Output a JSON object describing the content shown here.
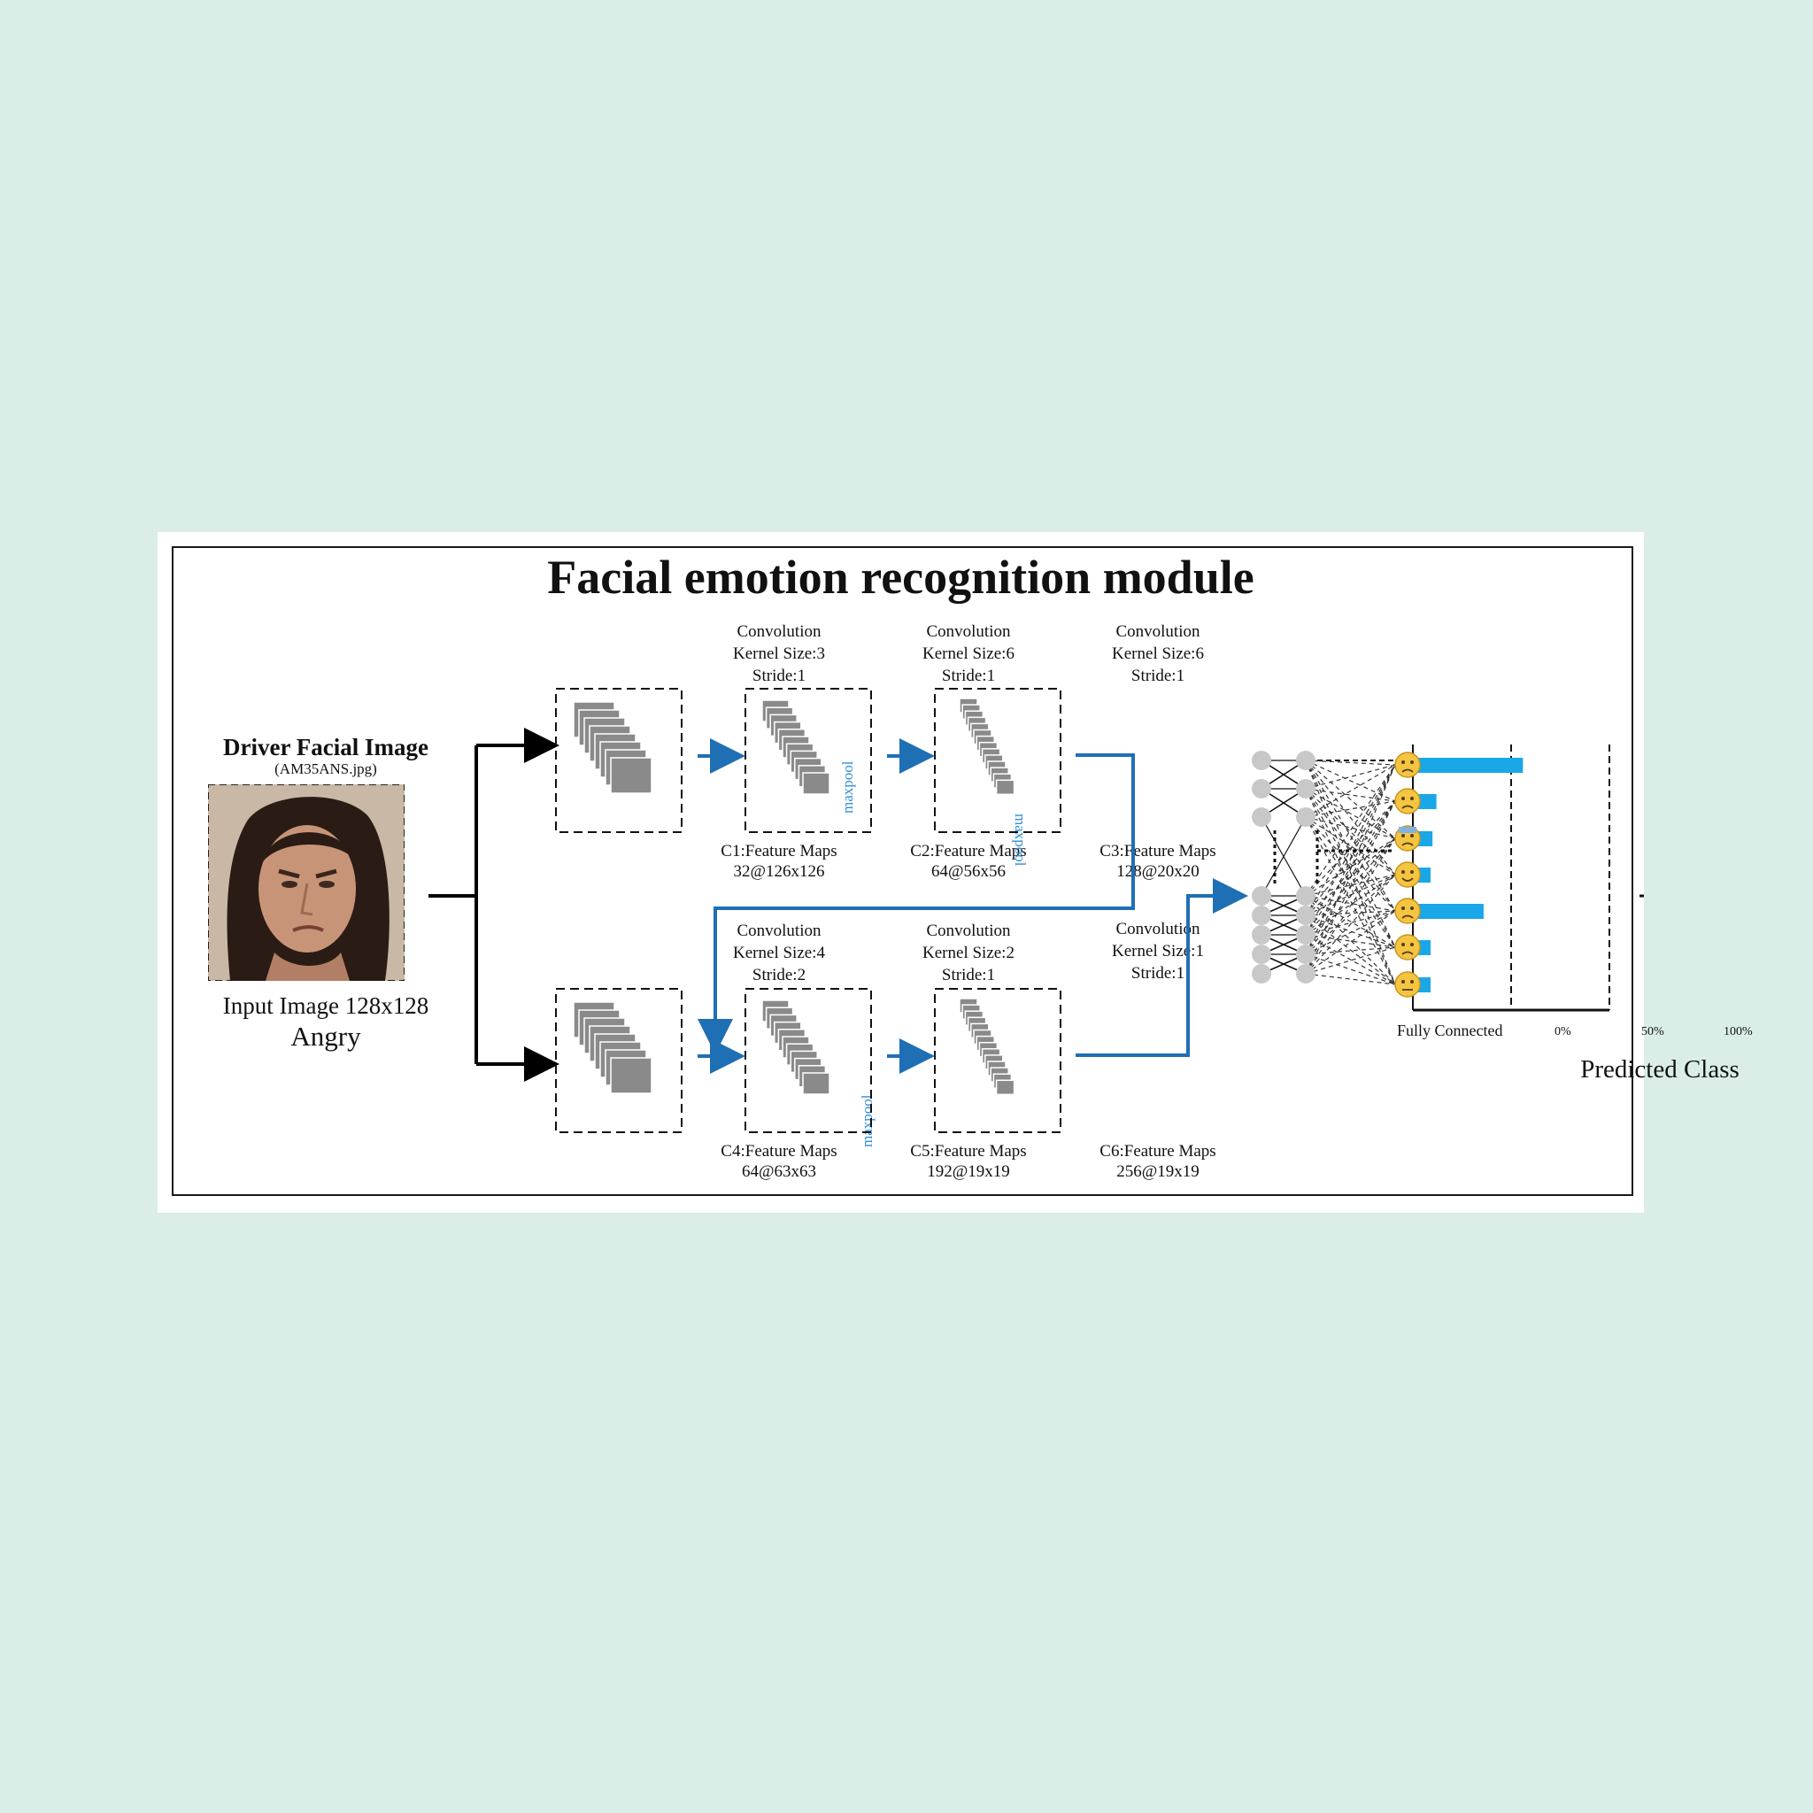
{
  "title": "Facial emotion recognition module",
  "input": {
    "title": "Driver Facial Image",
    "file": "(AM35ANS.jpg)",
    "size_label": "Input Image 128x128",
    "class_label": "Angry"
  },
  "conv_blocks": [
    {
      "op": "Convolution",
      "kernel": "Kernel Size:3",
      "stride": "Stride:1",
      "maps_label": "C1:Feature Maps",
      "maps_dims": "32@126x126"
    },
    {
      "op": "Convolution",
      "kernel": "Kernel Size:6",
      "stride": "Stride:1",
      "maps_label": "C2:Feature Maps",
      "maps_dims": "64@56x56"
    },
    {
      "op": "Convolution",
      "kernel": "Kernel Size:6",
      "stride": "Stride:1",
      "maps_label": "C3:Feature Maps",
      "maps_dims": "128@20x20"
    },
    {
      "op": "Convolution",
      "kernel": "Kernel Size:4",
      "stride": "Stride:2",
      "maps_label": "C4:Feature Maps",
      "maps_dims": "64@63x63"
    },
    {
      "op": "Convolution",
      "kernel": "Kernel Size:2",
      "stride": "Stride:1",
      "maps_label": "C5:Feature Maps",
      "maps_dims": "192@19x19"
    },
    {
      "op": "Convolution",
      "kernel": "Kernel Size:1",
      "stride": "Stride:1",
      "maps_label": "C6:Feature Maps",
      "maps_dims": "256@19x19"
    }
  ],
  "maxpool_label": "maxpool",
  "fc_label": "Fully Connected",
  "prediction": {
    "label": "Predicted Class",
    "ticks": [
      "0%",
      "50%",
      "100%"
    ],
    "bar_color": "#1aa7e8",
    "values": [
      0.56,
      0.12,
      0.1,
      0.09,
      0.36,
      0.09,
      0.09
    ]
  },
  "colors": {
    "background": "#daeee7",
    "arrow_blue": "#1f6fb5",
    "maxpool_text": "#2f8fd8",
    "feature_map": "#8a8a8a"
  }
}
